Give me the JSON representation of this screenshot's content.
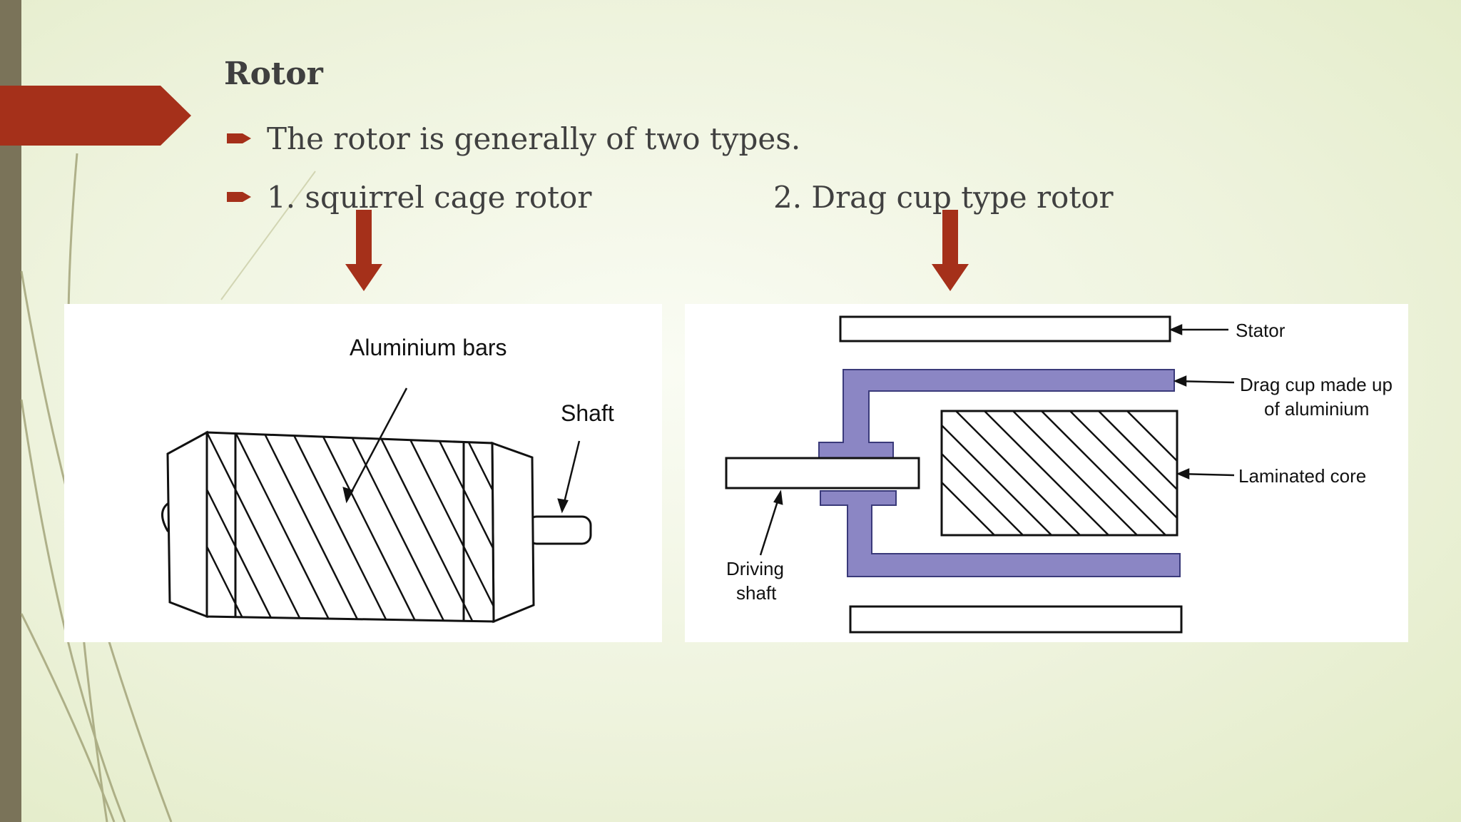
{
  "slide": {
    "title": "Rotor",
    "bullets": [
      "The rotor is generally of two types.",
      "1. squirrel cage rotor"
    ],
    "inline_item": "2. Drag cup type rotor"
  },
  "diagram_left": {
    "labels": {
      "bars": "Aluminium bars",
      "shaft": "Shaft"
    }
  },
  "diagram_right": {
    "labels": {
      "stator": "Stator",
      "cup_line1": "Drag cup made up",
      "cup_line2": "of aluminium",
      "core": "Laminated core",
      "drive_line1": "Driving",
      "drive_line2": "shaft"
    }
  },
  "colors": {
    "accent": "#a5301a",
    "side_bar": "#7a7359",
    "cup_fill": "#8b86c4"
  },
  "icons": [
    "bullet-arrow-icon",
    "down-arrow-icon",
    "title-flag-icon"
  ]
}
